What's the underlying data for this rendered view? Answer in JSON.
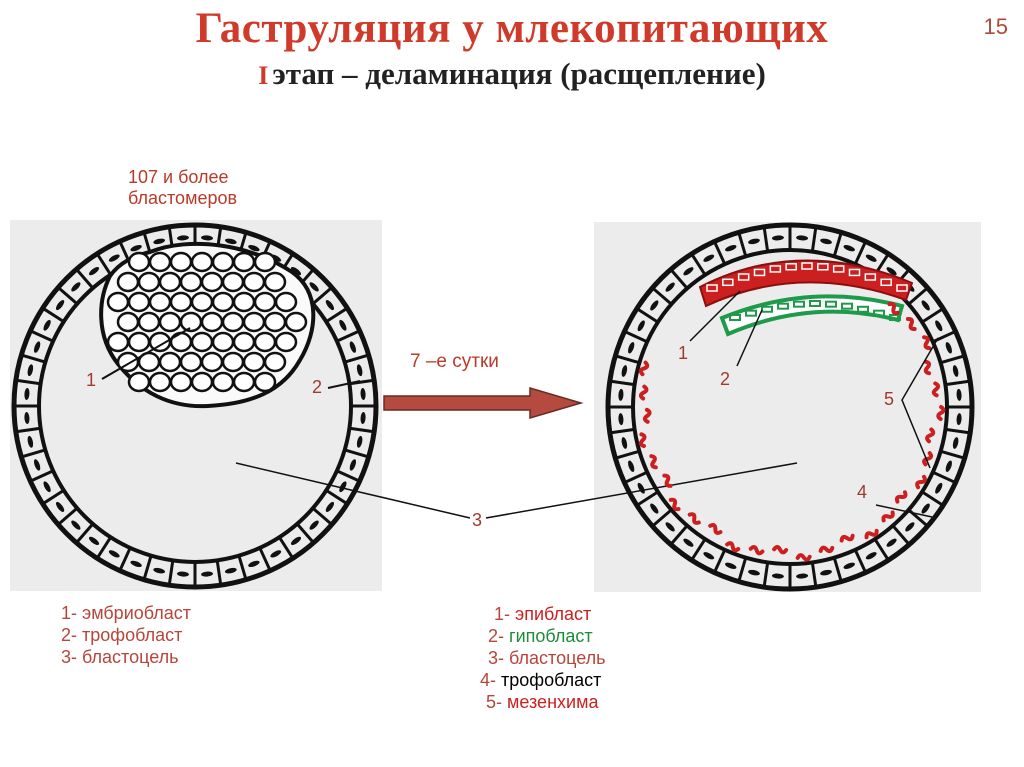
{
  "title": "Гаструляция у млекопитающих",
  "subtitle_prefix": "I",
  "subtitle": "этап – деламинация (расщепление)",
  "page_number": "15",
  "blastomere_note_line1": "107 и более",
  "blastomere_note_line2": "бластомеров",
  "arrow_label": "7 –е сутки",
  "left_diagram": {
    "markers": [
      "1",
      "2",
      "3"
    ]
  },
  "right_diagram": {
    "markers": [
      "1",
      "2",
      "4",
      "5"
    ]
  },
  "legend_left": [
    {
      "num": "1- ",
      "text": "эмбриобласт"
    },
    {
      "num": "2- ",
      "text": "трофобласт"
    },
    {
      "num": "3- ",
      "text": "бластоцель"
    }
  ],
  "legend_right": [
    {
      "num": "1- ",
      "text": "эпибласт",
      "color": "#cc1f1f"
    },
    {
      "num": "2- ",
      "text": "гипобласт",
      "color": "#1e8c3a"
    },
    {
      "num": "3- ",
      "text": "бластоцель",
      "color": "#b8453a"
    },
    {
      "num": "4- ",
      "text": "трофобласт",
      "color": "#000000"
    },
    {
      "num": "5- ",
      "text": "мезенхима",
      "color": "#cc1f1f"
    }
  ],
  "colors": {
    "heading": "#d03a2a",
    "epiblast": "#cc1f1f",
    "hypoblast": "#1e8c3a",
    "mesenchyme": "#cc1f1f",
    "arrow": "#b54a3f"
  }
}
